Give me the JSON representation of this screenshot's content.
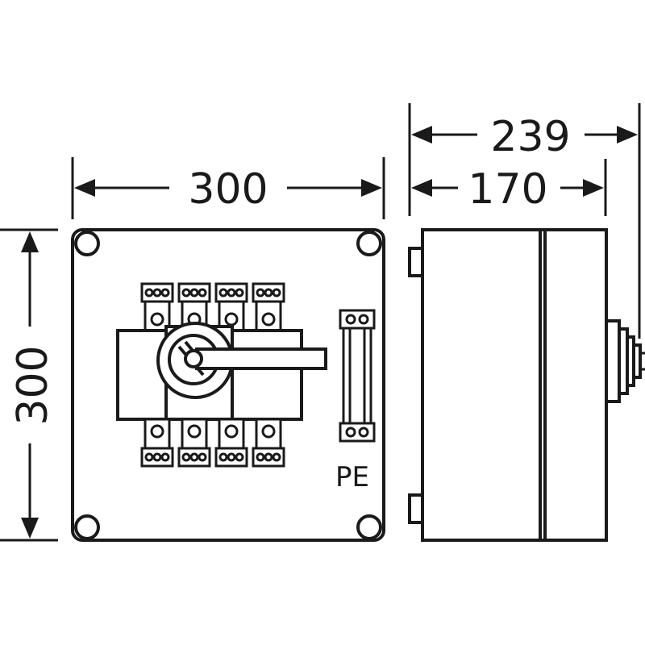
{
  "dimensions": {
    "front_width": "300",
    "front_height": "300",
    "side_total_depth": "239",
    "side_body_depth": "170"
  },
  "labels": {
    "pe": "PE"
  },
  "colors": {
    "line": "#1a1a1a",
    "background": "#ffffff"
  }
}
